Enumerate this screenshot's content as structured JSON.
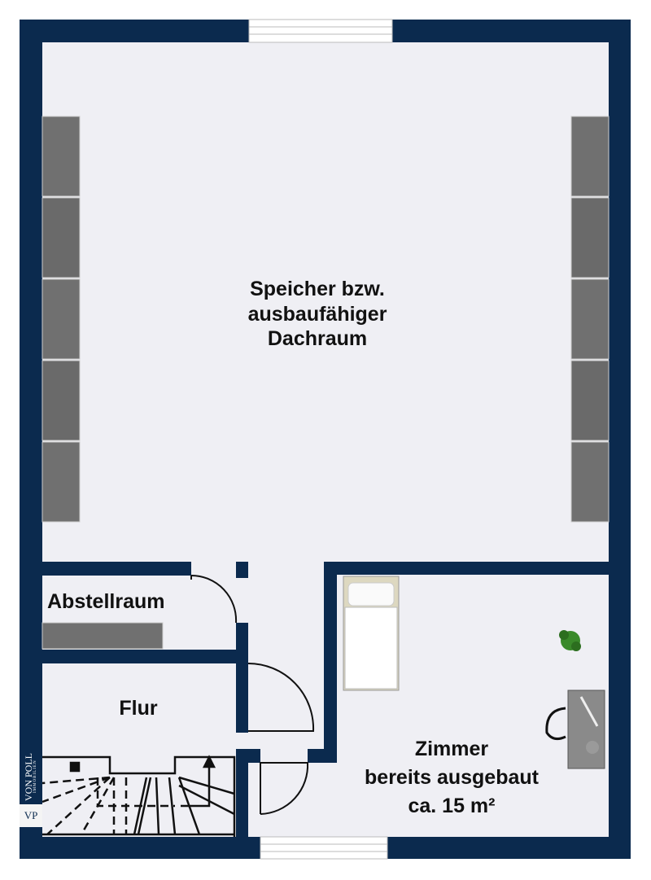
{
  "rooms": {
    "attic": [
      "Speicher bzw.",
      "ausbaufähiger",
      "Dachraum"
    ],
    "storage": "Abstellraum",
    "hallway": "Flur",
    "room": [
      "Zimmer",
      "bereits ausgebaut",
      "ca. 15 m²"
    ]
  },
  "logo": {
    "name": "VON POLL",
    "sub": "IMMOBILIEN",
    "mark": "VP"
  },
  "colors": {
    "wall": "#0b2a4e",
    "floor": "#efeff4",
    "radiator": "#6e6e6e"
  }
}
